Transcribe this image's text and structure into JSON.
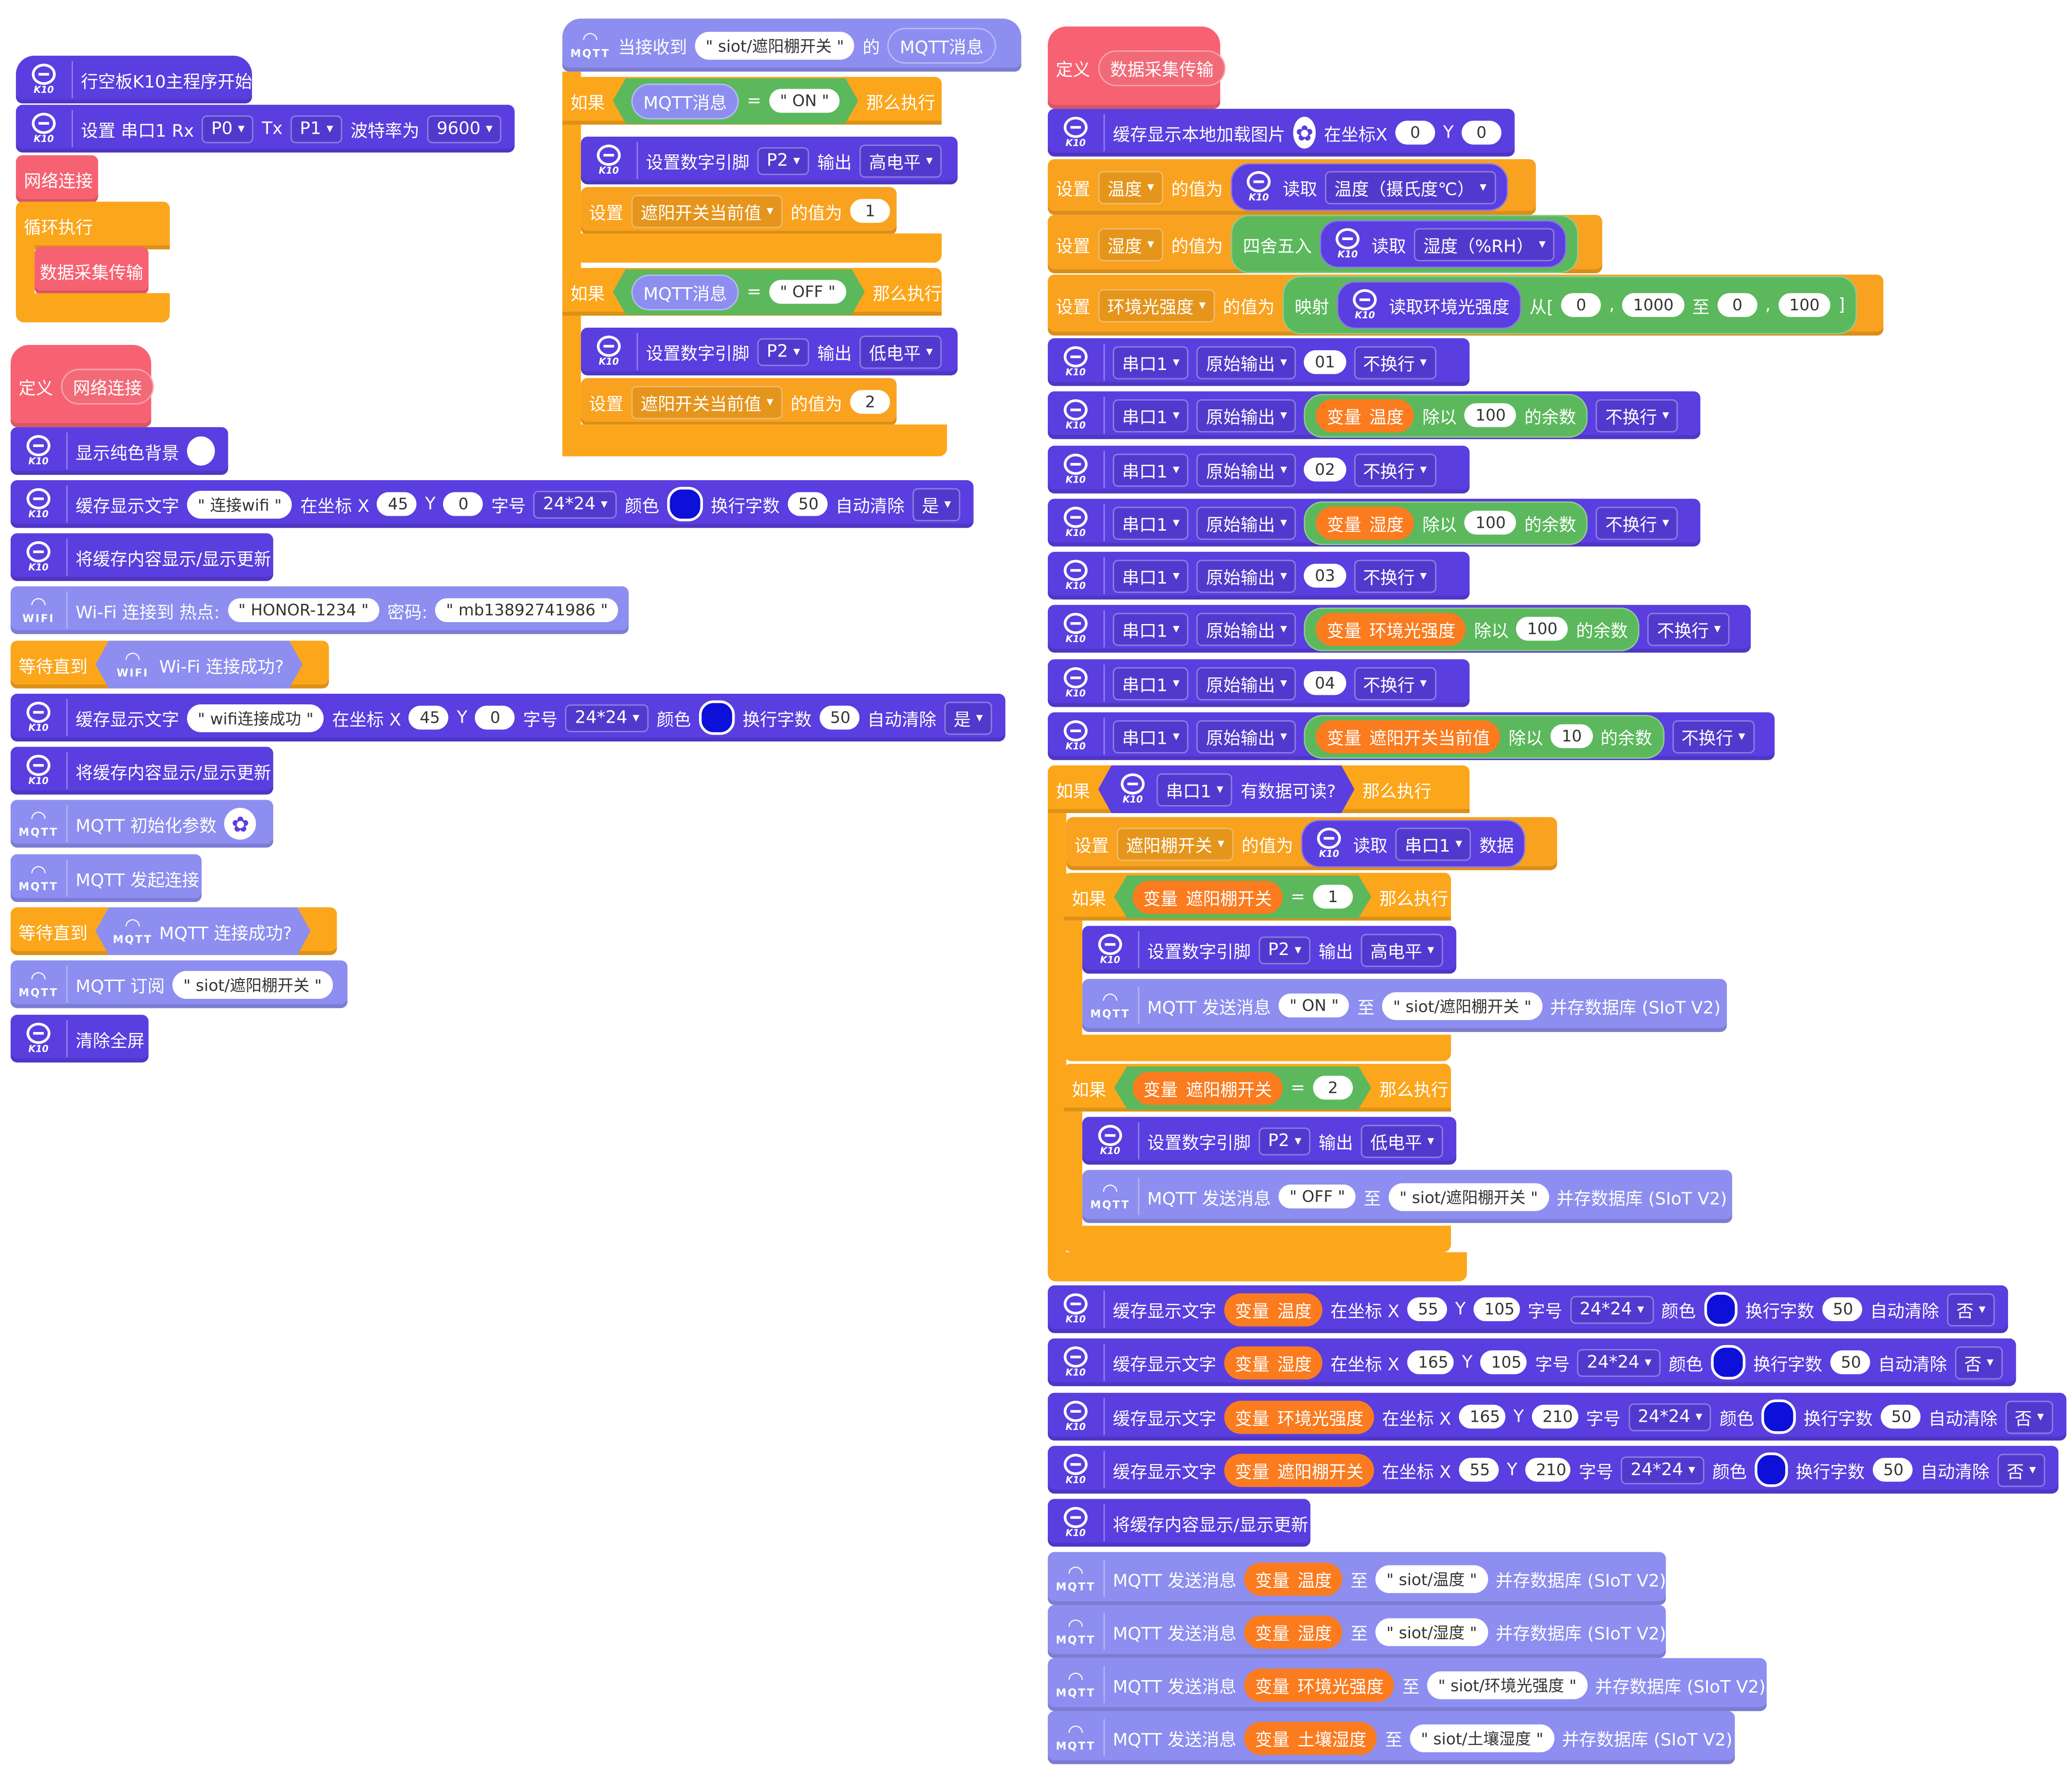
{
  "a": {
    "hat": "行空板K10主程序开始",
    "serial_set": "设置 串口1 Rx",
    "p0": "P0",
    "tx": "Tx",
    "p1": "P1",
    "baud_lbl": "波特率为",
    "baud": "9600",
    "net_call": "网络连接",
    "forever": "循环执行",
    "data_call": "数据采集传输"
  },
  "b": {
    "def": "定义",
    "name": "网络连接",
    "solid_bg": "显示纯色背景",
    "cache_text": "缓存显示文字",
    "str1": "连接wifi",
    "at_x": "在坐标 X",
    "x45": "45",
    "y": "Y",
    "y0": "0",
    "font_lbl": "字号",
    "font": "24*24",
    "color_lbl": "颜色",
    "wrap_lbl": "换行字数",
    "wrap": "50",
    "auto_clear": "自动清除",
    "yes": "是",
    "refresh": "将缓存内容显示/显示更新",
    "wifi_connect": "Wi-Fi 连接到 热点:",
    "ssid": "HONOR-1234",
    "pwd_lbl": "密码:",
    "pwd": "mb13892741986",
    "wait_until": "等待直到",
    "wifi_ok": "Wi-Fi 连接成功?",
    "str2": "wifi连接成功",
    "mqtt_init": "MQTT 初始化参数",
    "mqtt_connect": "MQTT 发起连接",
    "mqtt_ok": "MQTT 连接成功?",
    "mqtt_sub": "MQTT 订阅",
    "sub_topic": "siot/遮阳棚开关",
    "clear": "清除全屏"
  },
  "c": {
    "when_recv": "当接收到",
    "topic": "siot/遮阳棚开关",
    "of": "的",
    "mqtt_msg": "MQTT消息",
    "if": "如果",
    "eq": "=",
    "on": "ON",
    "off": "OFF",
    "then": "那么执行",
    "set_pin": "设置数字引脚",
    "p2": "P2",
    "out": "输出",
    "high": "高电平",
    "low": "低电平",
    "set": "设置",
    "var_cur": "遮阳开关当前值",
    "value_of": "的值为",
    "v1": "1",
    "v2": "2"
  },
  "d": {
    "def": "定义",
    "name": "数据采集传输",
    "cache_img": "缓存显示本地加载图片",
    "at_x": "在坐标X",
    "x0": "0",
    "y": "Y",
    "y0": "0",
    "set": "设置",
    "temp": "温度",
    "value_of": "的值为",
    "read": "读取",
    "temp_c": "温度（摄氏度℃）",
    "hum": "湿度",
    "round": "四舍五入",
    "hum_rh": "湿度（%RH）",
    "light": "环境光强度",
    "map": "映射",
    "read_light": "读取环境光强度",
    "from": "从[",
    "comma": ",",
    "to": "至",
    "close": "]",
    "m0": "0",
    "m1000": "1000",
    "m100": "100",
    "serial1": "串口1",
    "raw_out": "原始输出",
    "no_nl": "不换行",
    "h01": "01",
    "h02": "02",
    "h03": "03",
    "h04": "04",
    "var": "变量",
    "mod_div": "除以",
    "mod_rem": "的余数",
    "n100": "100",
    "n10": "10",
    "shade_cur": "遮阳开关当前值",
    "if": "如果",
    "has_data": "有数据可读?",
    "then": "那么执行",
    "shade": "遮阳棚开关",
    "read_serial": "读取",
    "data": "数据",
    "eq": "=",
    "v1": "1",
    "v2": "2",
    "set_pin": "设置数字引脚",
    "p2": "P2",
    "out": "输出",
    "high": "高电平",
    "low": "低电平",
    "mqtt_send": "MQTT 发送消息",
    "on": "ON",
    "off": "OFF",
    "topic_shade": "siot/遮阳棚开关",
    "save_db": "并存数据库 (SIoT V2)",
    "cache_text": "缓存显示文字",
    "at_x2": "在坐标 X",
    "x55": "55",
    "x165": "165",
    "y105": "105",
    "y210": "210",
    "font_lbl": "字号",
    "font": "24*24",
    "color_lbl": "颜色",
    "wrap_lbl": "换行字数",
    "wrap": "50",
    "auto_clear": "自动清除",
    "no": "否",
    "refresh": "将缓存内容显示/显示更新",
    "topic_temp": "siot/温度",
    "topic_hum": "siot/湿度",
    "topic_light": "siot/环境光强度",
    "topic_soil": "siot/土壤湿度",
    "soil": "土壤湿度"
  },
  "icons": {
    "k10": "K10",
    "mqtt": "MQTT",
    "wifi": "WIFI"
  },
  "colors": {
    "k10": "#5a3ee0",
    "wifi": "#8d8ef0",
    "control": "#fca61b",
    "function": "#f76272",
    "operator": "#5cb85c",
    "variable": "#fb7b1f"
  }
}
